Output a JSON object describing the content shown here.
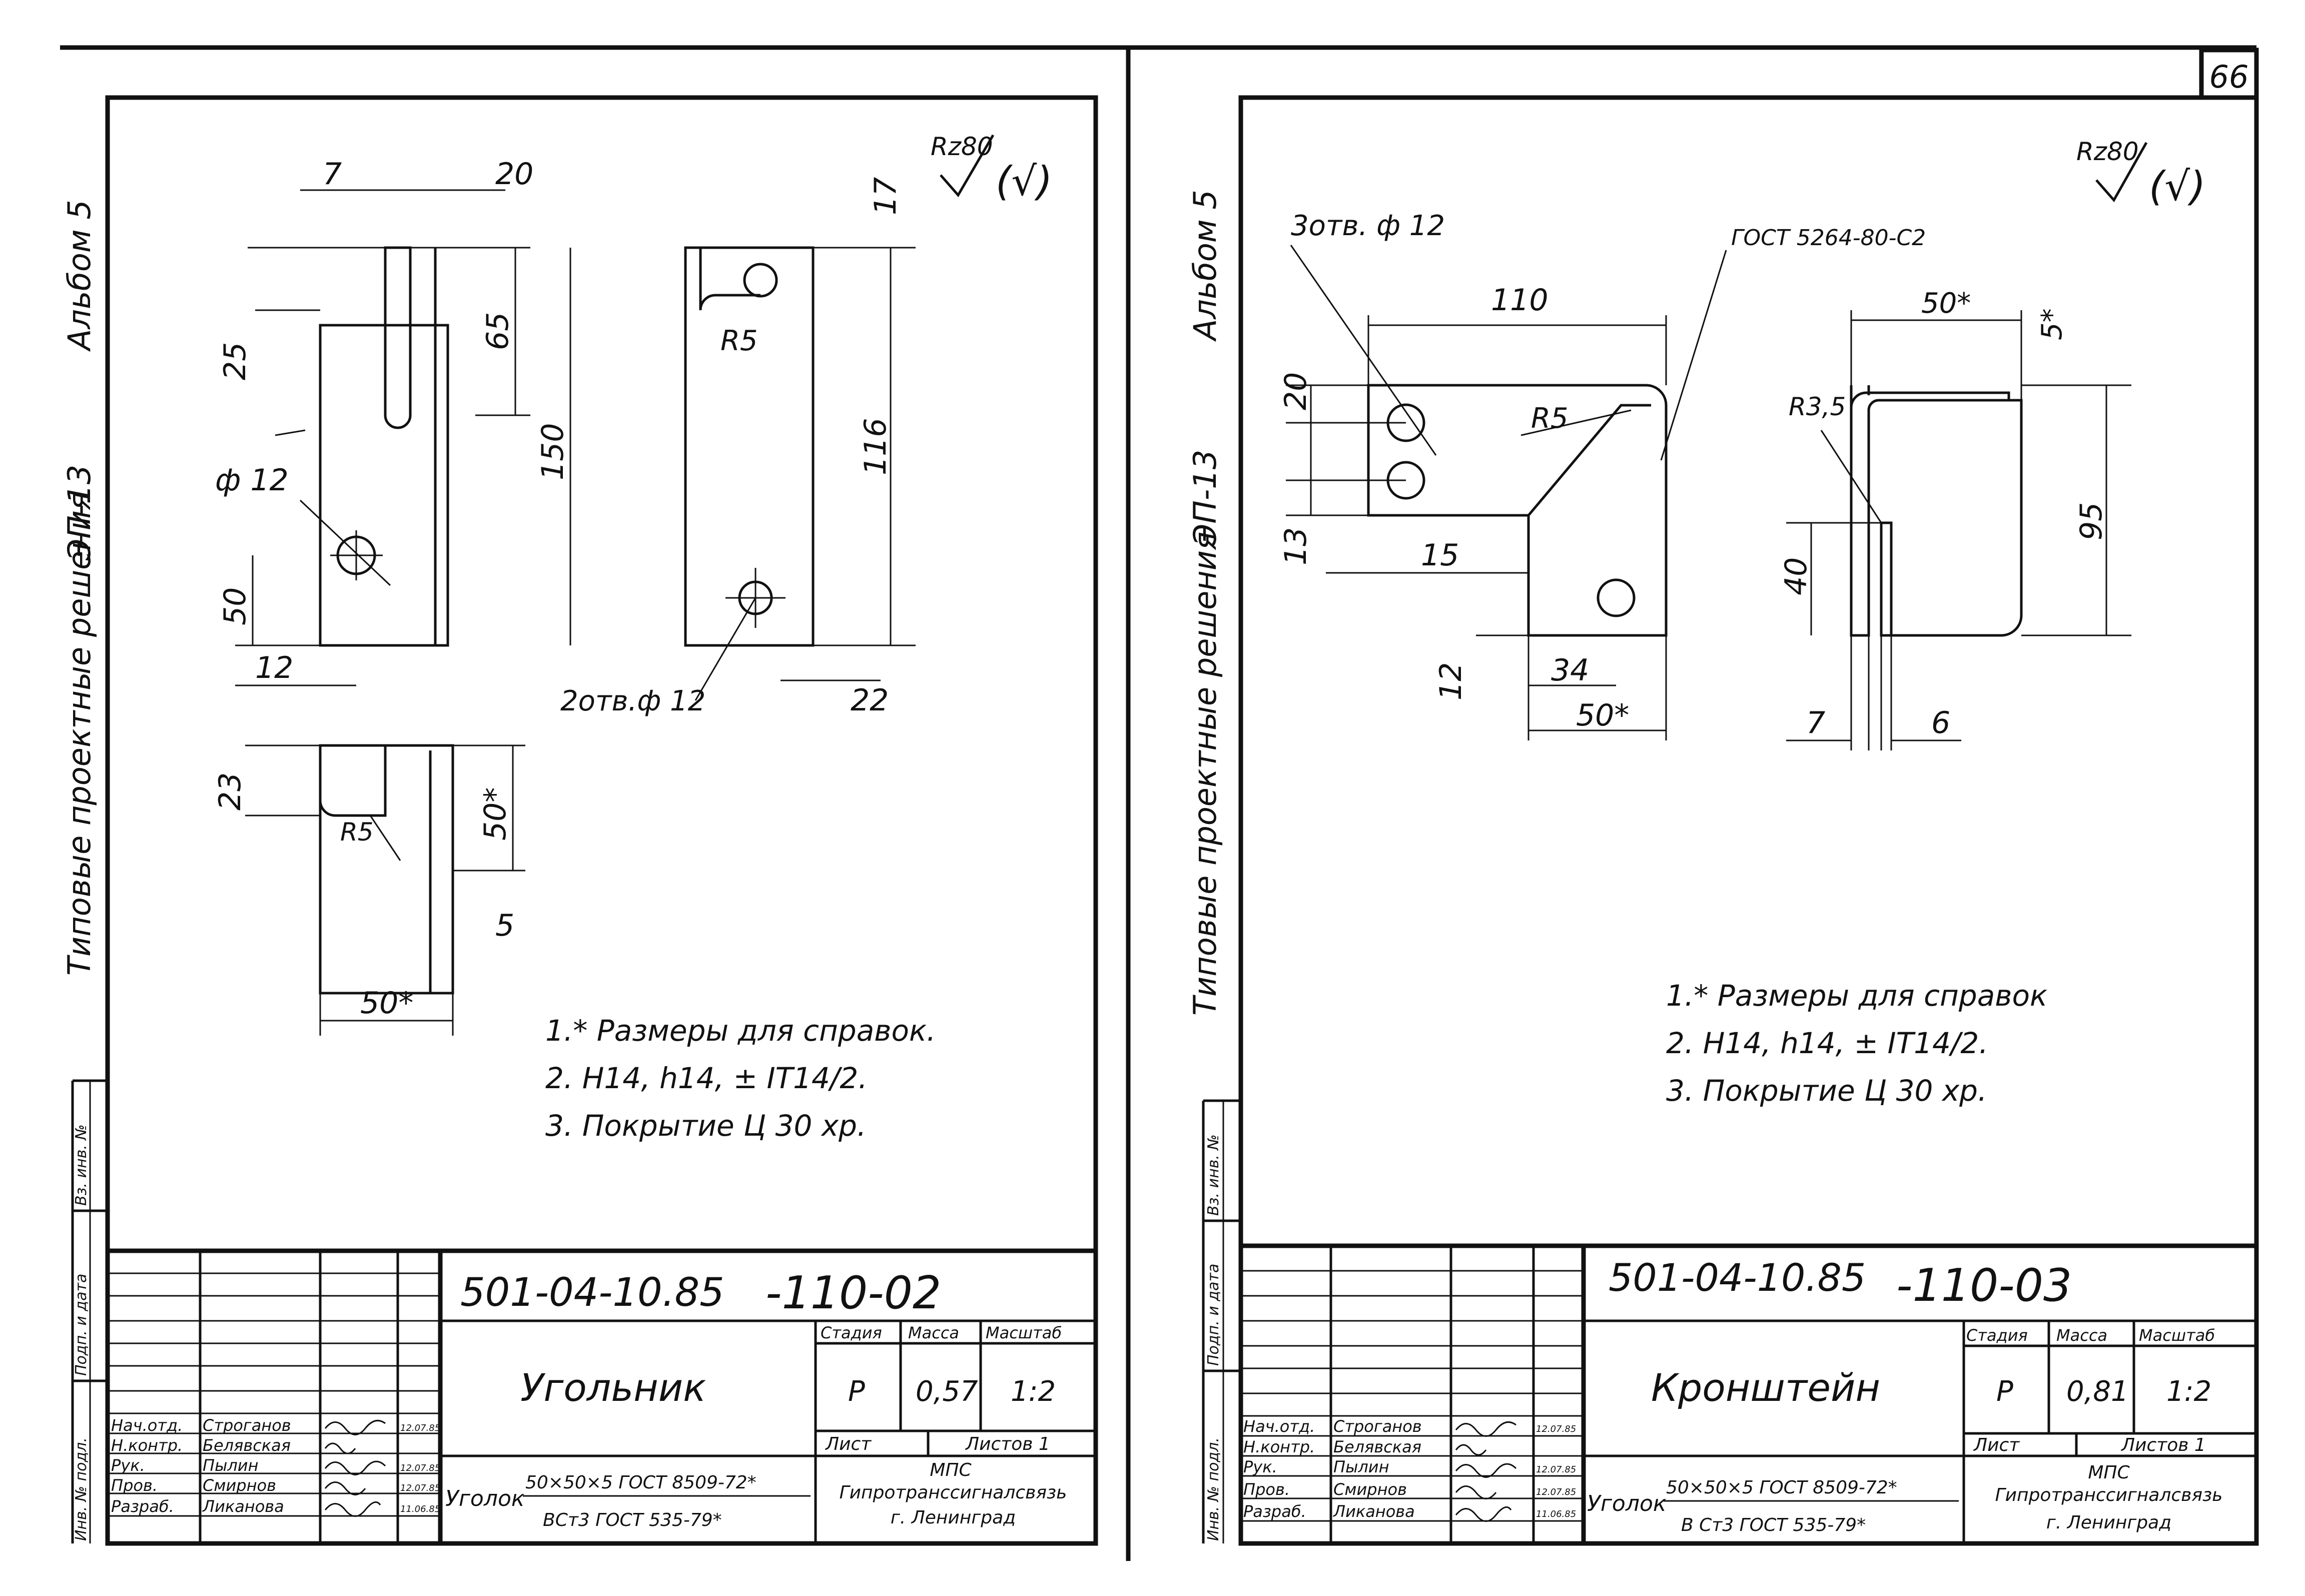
{
  "page_number": "66",
  "surface_finish": {
    "main": "Rz80",
    "rest": "(√)"
  },
  "sheets": [
    {
      "side_text": {
        "series": "Типовые проектные решения",
        "code": "ЭП-13",
        "album": "Альбом 5"
      },
      "stamp_labels": [
        "Инв. № подл.",
        "Подп. и дата",
        "Вз. инв. №"
      ],
      "dims": {
        "a": "7",
        "b": "20",
        "c": "25",
        "d": "65",
        "e": "150",
        "f": "ф 12",
        "g": "50",
        "h": "12",
        "i": "17",
        "j": "R5",
        "k": "116",
        "l": "2отв.ф 12",
        "m": "22",
        "n": "23",
        "o": "R5",
        "p": "50*",
        "q": "5",
        "r": "50*"
      },
      "notes": [
        "1.* Размеры для справок.",
        "2. H14, h14, ± IT14/2.",
        "3. Покрытие Ц 30 хр."
      ],
      "doc_code": "501-04-10.85",
      "doc_suffix": "-110-02",
      "title": "Угольник",
      "cols": {
        "stage": "Стадия",
        "mass": "Масса",
        "scale": "Масштаб"
      },
      "stage": "Р",
      "mass": "0,57",
      "scale": "1:2",
      "sheet_label": "Лист",
      "sheets_label": "Листов 1",
      "material_prefix": "Уголок",
      "material_top": "50×50×5 ГОСТ 8509-72*",
      "material_bottom": "ВСт3 ГОСТ 535-79*",
      "org": [
        "МПС",
        "Гипротранссигналсвязь",
        "г. Ленинград"
      ],
      "staff": [
        {
          "role": "Нач.отд.",
          "name": "Строганов",
          "date": "12.07.85"
        },
        {
          "role": "Н.контр.",
          "name": "Белявская",
          "date": ""
        },
        {
          "role": "Рук.",
          "name": "Пылин",
          "date": "12.07.85"
        },
        {
          "role": "Пров.",
          "name": "Смирнов",
          "date": "12.07.85"
        },
        {
          "role": "Разраб.",
          "name": "Ликанова",
          "date": "11.06.85"
        }
      ]
    },
    {
      "side_text": {
        "series": "Типовые проектные решения",
        "code": "ЭП-13",
        "album": "Альбом 5"
      },
      "stamp_labels": [
        "Инв. № подл.",
        "Подп. и дата",
        "Вз. инв. №"
      ],
      "dims": {
        "a": "3отв. ф 12",
        "b": "ГОСТ 5264-80-С2",
        "c": "110",
        "d": "20",
        "e": "R5",
        "f": "13",
        "g": "15",
        "h": "12",
        "i": "34",
        "j": "50*",
        "k": "50*",
        "l": "5*",
        "m": "R3,5",
        "n": "95",
        "o": "40",
        "p": "7",
        "q": "6"
      },
      "notes": [
        "1.* Размеры для справок",
        "2. H14, h14, ± IT14/2.",
        "3. Покрытие Ц 30 хр."
      ],
      "doc_code": "501-04-10.85",
      "doc_suffix": "-110-03",
      "title": "Кронштейн",
      "cols": {
        "stage": "Стадия",
        "mass": "Масса",
        "scale": "Масштаб"
      },
      "stage": "Р",
      "mass": "0,81",
      "scale": "1:2",
      "sheet_label": "Лист",
      "sheets_label": "Листов 1",
      "material_prefix": "Уголок",
      "material_top": "50×50×5 ГОСТ 8509-72*",
      "material_bottom": "В Ст3 ГОСТ 535-79*",
      "org": [
        "МПС",
        "Гипротранссигналсвязь",
        "г. Ленинград"
      ],
      "staff": [
        {
          "role": "Нач.отд.",
          "name": "Строганов",
          "date": "12.07.85"
        },
        {
          "role": "Н.контр.",
          "name": "Белявская",
          "date": ""
        },
        {
          "role": "Рук.",
          "name": "Пылин",
          "date": "12.07.85"
        },
        {
          "role": "Пров.",
          "name": "Смирнов",
          "date": "12.07.85"
        },
        {
          "role": "Разраб.",
          "name": "Ликанова",
          "date": "11.06.85"
        }
      ]
    }
  ]
}
